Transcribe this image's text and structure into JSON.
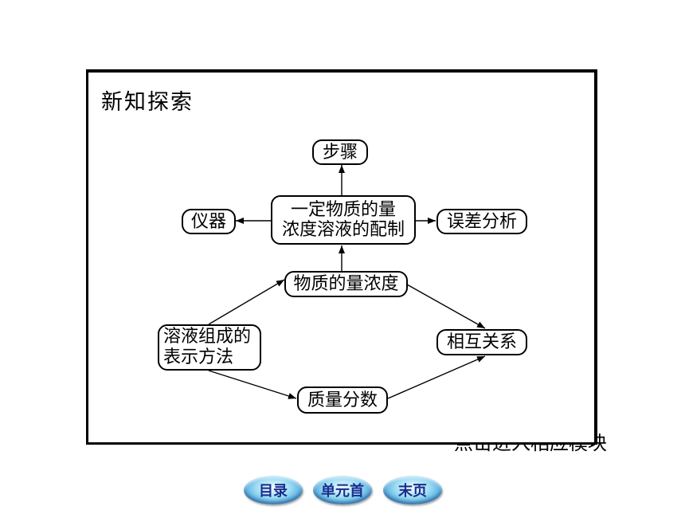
{
  "slide": {
    "title": "新知探索",
    "hint": "点击进入相应模块"
  },
  "diagram": {
    "nodes": {
      "steps": "步骤",
      "core_line1": "一定物质的量",
      "core_line2": "浓度溶液的配制",
      "instruments": "仪器",
      "error_analysis": "误差分析",
      "molar_concentration": "物质的量浓度",
      "composition_line1": "溶液组成的",
      "composition_line2": "表示方法",
      "relationship": "相互关系",
      "mass_fraction": "质量分数"
    }
  },
  "nav": {
    "buttons": [
      {
        "label": "目录"
      },
      {
        "label": "单元首"
      },
      {
        "label": "末页"
      }
    ]
  },
  "colors": {
    "background": "#ffffff",
    "frame_border": "#000000",
    "node_border": "#000000",
    "arrow": "#000000",
    "nav_button_fill": "#9bdcf4",
    "nav_button_edge": "#2f90d2",
    "nav_label": "#1a2c8c"
  }
}
